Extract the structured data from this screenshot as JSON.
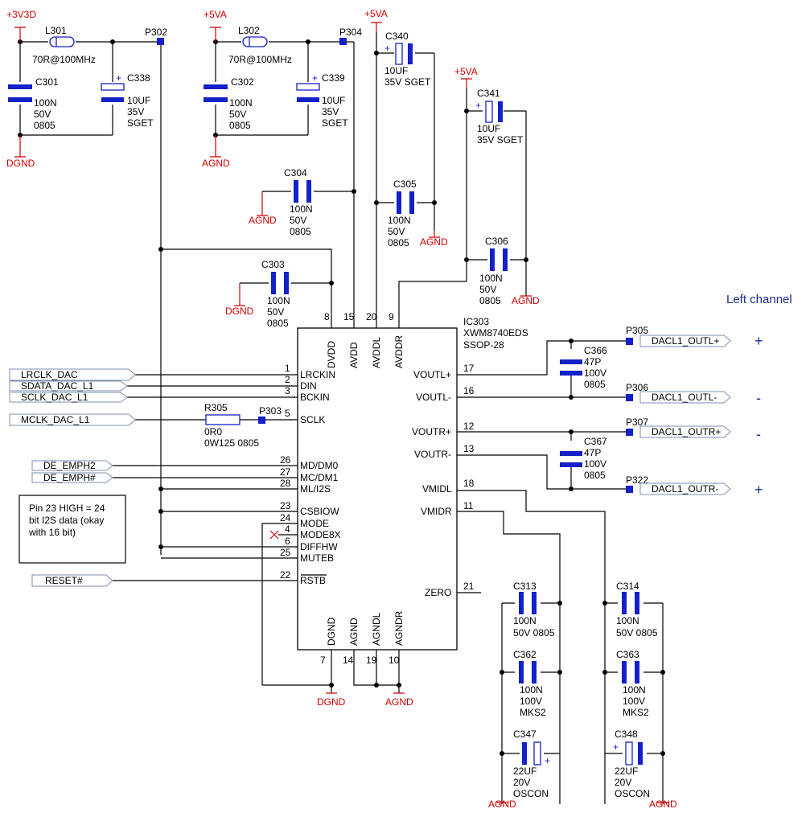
{
  "heading": "Left channel",
  "ic": {
    "ref": "IC303",
    "part": "XWM8740EDS",
    "package": "SSOP-28"
  },
  "rails": {
    "v33d": "+3V3D",
    "v5a": "+5VA"
  },
  "grounds": {
    "dgnd": "DGND",
    "agnd": "AGND"
  },
  "pins_top": [
    {
      "num": "8",
      "name": "DVDD"
    },
    {
      "num": "15",
      "name": "AVDD"
    },
    {
      "num": "20",
      "name": "AVDDL"
    },
    {
      "num": "9",
      "name": "AVDDR"
    }
  ],
  "pins_bottom": [
    {
      "num": "7",
      "name": "DGND"
    },
    {
      "num": "14",
      "name": "AGND"
    },
    {
      "num": "19",
      "name": "AGNDL"
    },
    {
      "num": "10",
      "name": "AGNDR"
    }
  ],
  "pins_left": [
    {
      "num": "1",
      "name": "LRCKIN"
    },
    {
      "num": "2",
      "name": "DIN"
    },
    {
      "num": "3",
      "name": "BCKIN"
    },
    {
      "num": "5",
      "name": "SCLK"
    },
    {
      "num": "26",
      "name": "MD/DM0"
    },
    {
      "num": "27",
      "name": "MC/DM1"
    },
    {
      "num": "28",
      "name": "ML/I2S"
    },
    {
      "num": "23",
      "name": "CSBIOW"
    },
    {
      "num": "24",
      "name": "MODE"
    },
    {
      "num": "4",
      "name": "MODE8X"
    },
    {
      "num": "6",
      "name": "DIFFHW"
    },
    {
      "num": "25",
      "name": "MUTEB"
    },
    {
      "num": "22",
      "name": "RSTB"
    }
  ],
  "pins_right": [
    {
      "num": "17",
      "name": "VOUTL+"
    },
    {
      "num": "16",
      "name": "VOUTL-"
    },
    {
      "num": "12",
      "name": "VOUTR+"
    },
    {
      "num": "13",
      "name": "VOUTR-"
    },
    {
      "num": "18",
      "name": "VMIDL"
    },
    {
      "num": "11",
      "name": "VMIDR"
    },
    {
      "num": "21",
      "name": "ZERO"
    }
  ],
  "inputs": [
    "LRCLK_DAC",
    "SDATA_DAC_L1",
    "SCLK_DAC_L1",
    "MCLK_DAC_L1",
    "DE_EMPH2",
    "DE_EMPH#",
    "RESET#"
  ],
  "outputs": [
    {
      "test": "P305",
      "net": "DACL1_OUTL+",
      "sign": "+"
    },
    {
      "test": "P306",
      "net": "DACL1_OUTL-",
      "sign": "-"
    },
    {
      "test": "P307",
      "net": "DACL1_OUTR+",
      "sign": "-"
    },
    {
      "test": "P322",
      "net": "DACL1_OUTR-",
      "sign": "+"
    }
  ],
  "note": [
    "Pin 23 HIGH = 24",
    "bit I2S data (okay",
    "with 16 bit)"
  ],
  "inductors": [
    {
      "ref": "L301",
      "val": "70R@100MHz"
    },
    {
      "ref": "L302",
      "val": "70R@100MHz"
    }
  ],
  "testpoints": {
    "p302": "P302",
    "p304": "P304",
    "p303": "P303"
  },
  "resistor": {
    "ref": "R305",
    "l1": "0R0",
    "l2": "0W125   0805"
  },
  "caps": {
    "c301": {
      "ref": "C301",
      "l1": "100N",
      "l2": "50V",
      "l3": "0805"
    },
    "c338": {
      "ref": "C338",
      "l1": "10UF",
      "l2": "35V",
      "l3": "SGET"
    },
    "c302": {
      "ref": "C302",
      "l1": "100N",
      "l2": "50V",
      "l3": "0805"
    },
    "c339": {
      "ref": "C339",
      "l1": "10UF",
      "l2": "35V",
      "l3": "SGET"
    },
    "c340": {
      "ref": "C340",
      "l1": "10UF",
      "l2": "35V  SGET"
    },
    "c341": {
      "ref": "C341",
      "l1": "10UF",
      "l2": "35V  SGET"
    },
    "c304": {
      "ref": "C304",
      "l1": "100N",
      "l2": "50V",
      "l3": "0805"
    },
    "c305": {
      "ref": "C305",
      "l1": "100N",
      "l2": "50V",
      "l3": "0805"
    },
    "c306": {
      "ref": "C306",
      "l1": "100N",
      "l2": "50V",
      "l3": "0805"
    },
    "c303": {
      "ref": "C303",
      "l1": "100N",
      "l2": "50V",
      "l3": "0805"
    },
    "c366": {
      "ref": "C366",
      "l1": "47P",
      "l2": "100V",
      "l3": "0805"
    },
    "c367": {
      "ref": "C367",
      "l1": "47P",
      "l2": "100V",
      "l3": "0805"
    },
    "c313": {
      "ref": "C313",
      "l1": "100N",
      "l2": "50V  0805"
    },
    "c314": {
      "ref": "C314",
      "l1": "100N",
      "l2": "50V  0805"
    },
    "c362": {
      "ref": "C362",
      "l1": "100N",
      "l2": "100V",
      "l3": "MKS2"
    },
    "c363": {
      "ref": "C363",
      "l1": "100N",
      "l2": "100V",
      "l3": "MKS2"
    },
    "c347": {
      "ref": "C347",
      "l1": "22UF",
      "l2": "20V",
      "l3": "OSCON"
    },
    "c348": {
      "ref": "C348",
      "l1": "22UF",
      "l2": "20V",
      "l3": "OSCON"
    }
  }
}
